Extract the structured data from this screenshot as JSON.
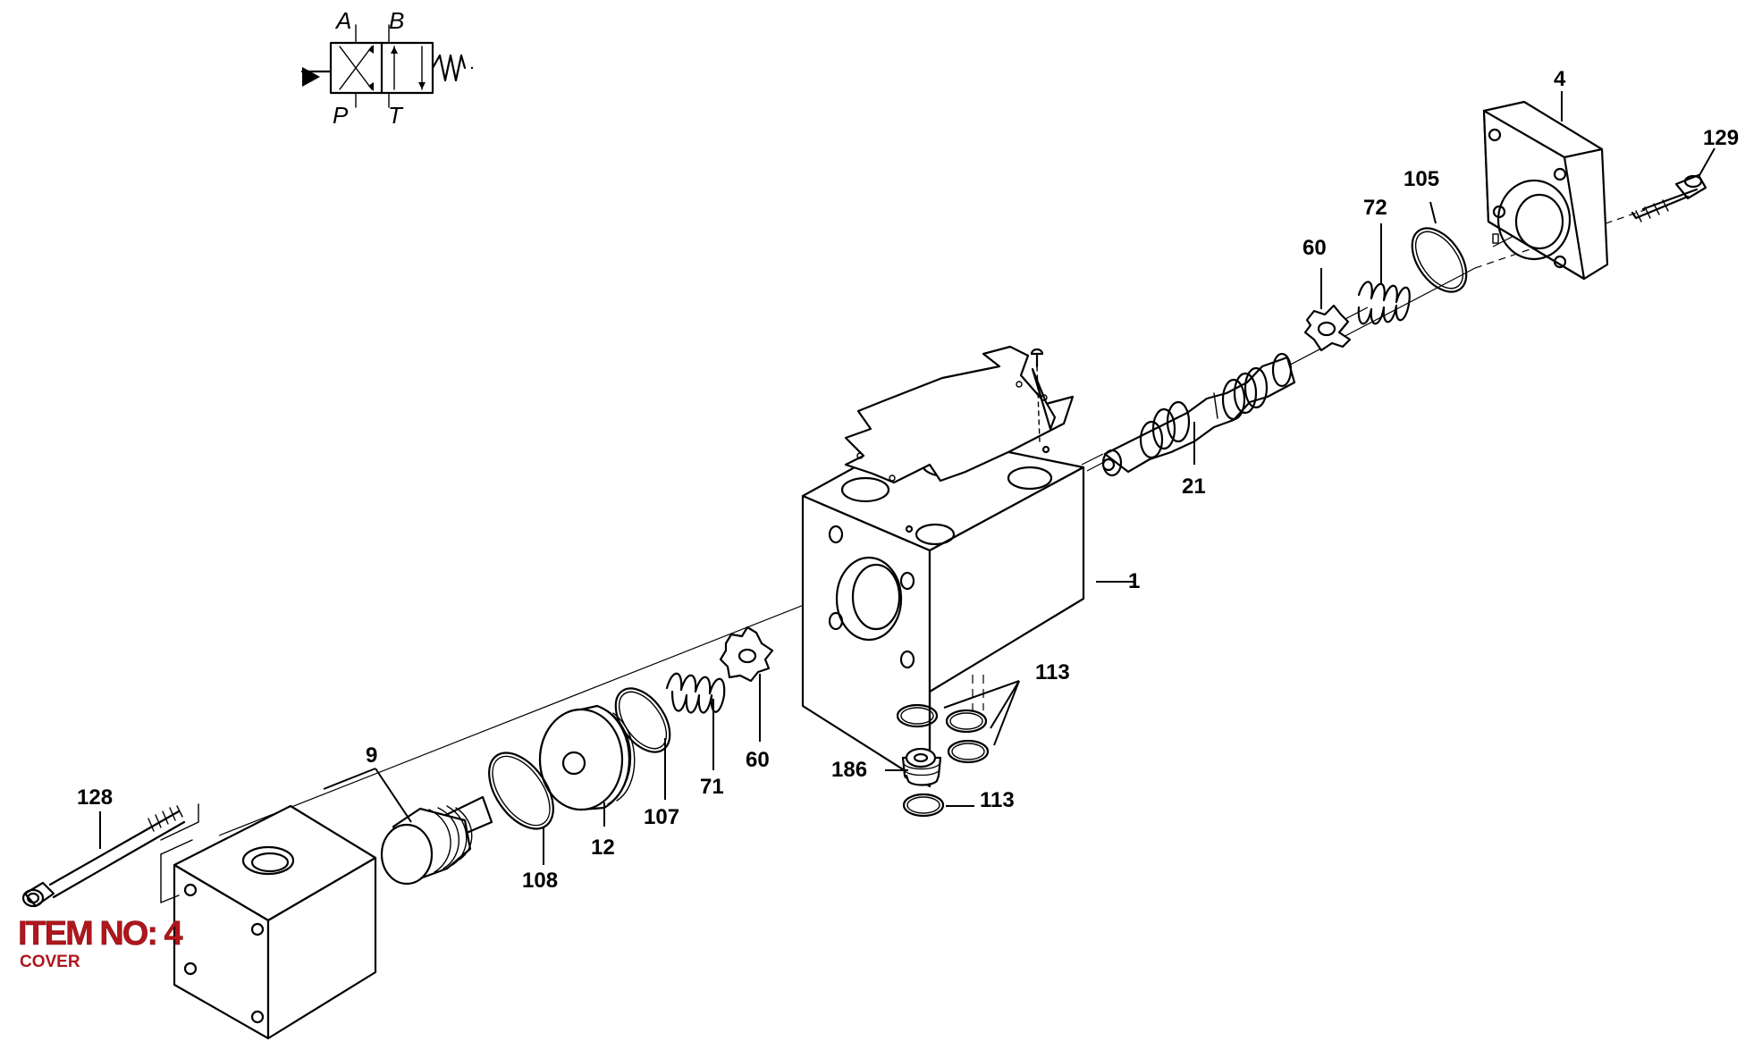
{
  "symbol": {
    "ports": {
      "a": "A",
      "b": "B",
      "p": "P",
      "t": "T"
    }
  },
  "callouts": {
    "c1": "1",
    "c4": "4",
    "c9": "9",
    "c12": "12",
    "c21": "21",
    "c60_top": "60",
    "c60_bottom": "60",
    "c71": "71",
    "c72": "72",
    "c105": "105",
    "c107": "107",
    "c108": "108",
    "c113_top": "113",
    "c113_bottom": "113",
    "c128": "128",
    "c129": "129",
    "c186": "186"
  },
  "item": {
    "title": "ITEM NO: 4",
    "subtitle": "COVER"
  },
  "colors": {
    "ink": "#000000",
    "item_label": "#b0161c",
    "background": "#ffffff"
  }
}
